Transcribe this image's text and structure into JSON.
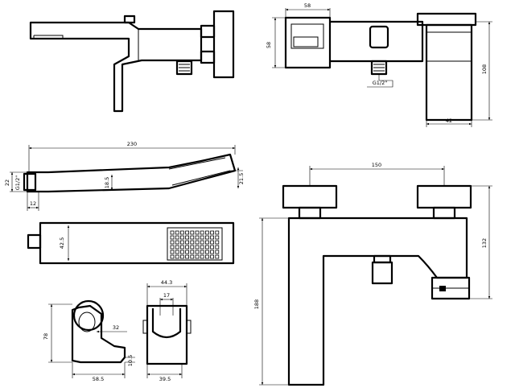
{
  "dimensions": {
    "side_view": {
      "height": "58"
    },
    "top_view": {
      "width": "58",
      "height": "58",
      "thread": "G1/2\"",
      "depth": "108",
      "projection": "42"
    },
    "hand_shower_side": {
      "length": "230",
      "thread": "G1/2\"",
      "left_height": "22",
      "middle_height": "18.5",
      "right_height": "21.5",
      "connector": "12"
    },
    "hand_shower_top": {
      "width": "42.5"
    },
    "holder_side": {
      "height": "78",
      "hole": "32",
      "lip": "10.5",
      "base": "58.5"
    },
    "holder_front": {
      "width": "44.3",
      "hole": "17",
      "base": "39.5"
    },
    "front_view": {
      "spacing": "150",
      "total_height": "188",
      "right_height": "132"
    }
  },
  "colors": {
    "line": "#000000",
    "background": "#ffffff"
  }
}
